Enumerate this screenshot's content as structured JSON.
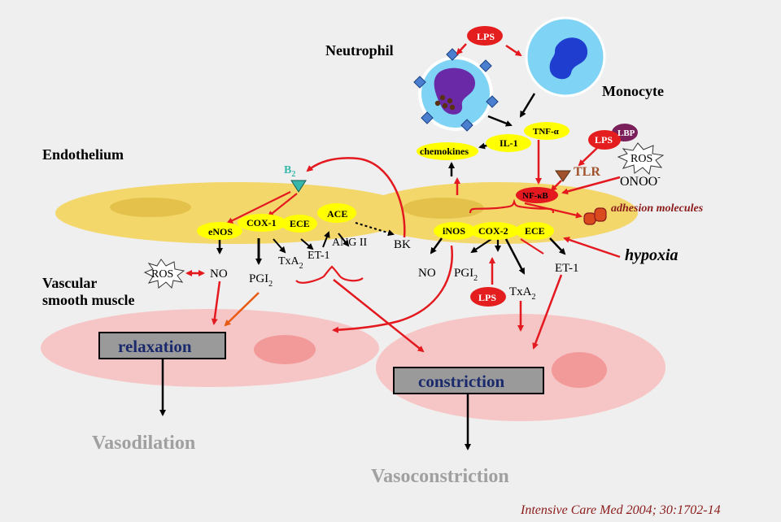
{
  "cells": {
    "neutrophil": "Neutrophil",
    "monocyte": "Monocyte"
  },
  "regions": {
    "endothelium": "Endothelium",
    "vsm_line1": "Vascular",
    "vsm_line2": "smooth muscle"
  },
  "mediators": {
    "lps_top": "LPS",
    "lps_lower": "LPS",
    "lps_right": "LPS",
    "lbp": "LBP",
    "tlr": "TLR",
    "onoo": "ONOO",
    "onoo_sup": "-",
    "ros_left": "ROS",
    "ros_right": "ROS",
    "tnf": "TNF-α",
    "il1": "IL-1",
    "chemokines": "chemokines",
    "nfkb": "NF-κB",
    "adhesion": "adhesion  molecules",
    "hypoxia": "hypoxia",
    "b2": "B",
    "b2_sub": "2",
    "bk": "BK",
    "ace": "ACE",
    "ang2": "ANG II",
    "enos": "eNOS",
    "cox1": "COX-1",
    "ece_left": "ECE",
    "no_left": "NO",
    "pgi_left": "PGI",
    "pgi_left_sub": "2",
    "txa_left": "TxA",
    "txa_left_sub": "2",
    "et1_left": "ET-1",
    "inos": "iNOS",
    "cox2": "COX-2",
    "ece_right": "ECE",
    "no_right": "NO",
    "pgi_right": "PGI",
    "pgi_right_sub": "2",
    "txa_right": "TxA",
    "txa_right_sub": "2",
    "et1_right": "ET-1"
  },
  "outcomes": {
    "relaxation": "relaxation",
    "constriction": "constriction",
    "vasodilation": "Vasodilation",
    "vasoconstriction": "Vasoconstriction"
  },
  "citation": "Intensive Care Med 2004;  30:1702-14",
  "colors": {
    "background": "#efefef",
    "endothelium": "#f4d76a",
    "smooth_muscle": "#f6c6c6",
    "red_arrow": "#e3191f",
    "yellow_pill": "#ffff00",
    "lps_red": "#e41e1e",
    "lbp_purple": "#7b1f5a",
    "tlr_brown": "#a0522d",
    "monocyte_bg": "#7fd3f5",
    "nucleus_blue": "#1f3ecf",
    "neutrophil_nucleus": "#6a2aa8",
    "adhesion_red": "#8b1a1a",
    "box_grey": "#9a9a9a",
    "outcome_grey": "#a0a0a0"
  }
}
